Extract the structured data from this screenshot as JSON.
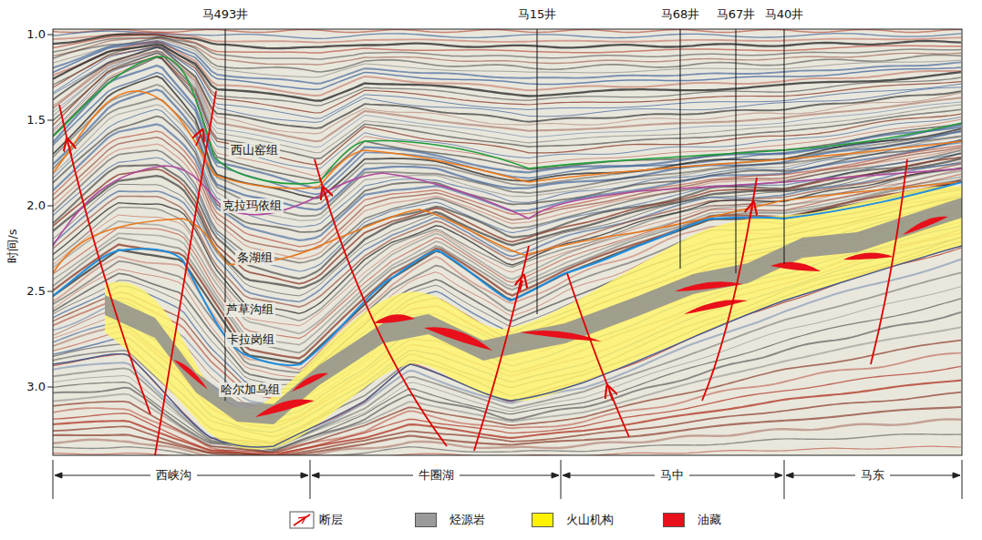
{
  "diagram": {
    "labels": [
      "马493井",
      "马15井",
      "马68井",
      "马67井",
      "马40井",
      "1.0",
      "1.5",
      "2.0",
      "2.5",
      "3.0",
      "时间/s",
      "西山窑组",
      "克拉玛依组",
      "条湖组",
      "芦草沟组",
      "卡拉岗组",
      "哈尔加乌组",
      "西峡沟",
      "牛圈湖",
      "马中",
      "马东"
    ],
    "legend": [
      {
        "text": "断层"
      },
      {
        "text": "烃源岩",
        "color": "#9a9a9a"
      },
      {
        "text": "火山机构",
        "color": "#fff200"
      },
      {
        "text": "油藏",
        "color": "#e8101a"
      }
    ]
  }
}
